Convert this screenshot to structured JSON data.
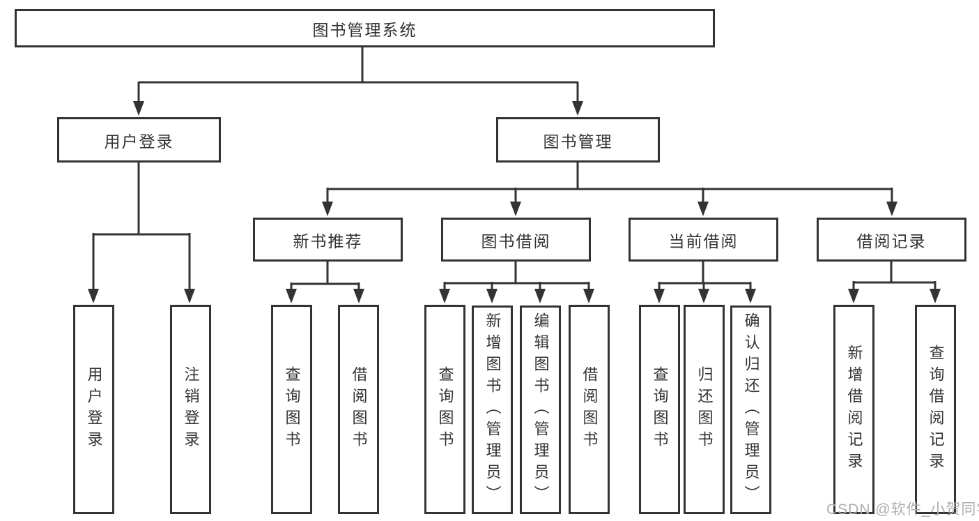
{
  "tree": {
    "label": "图书管理系统",
    "children": [
      {
        "label": "用户登录",
        "children": [
          {
            "label": "用户登录"
          },
          {
            "label": "注销登录"
          }
        ]
      },
      {
        "label": "图书管理",
        "children": [
          {
            "label": "新书推荐",
            "children": [
              {
                "label": "查询图书"
              },
              {
                "label": "借阅图书"
              }
            ]
          },
          {
            "label": "图书借阅",
            "children": [
              {
                "label": "查询图书"
              },
              {
                "label": "新增图书（管理员）"
              },
              {
                "label": "编辑图书（管理员）"
              },
              {
                "label": "借阅图书"
              }
            ]
          },
          {
            "label": "当前借阅",
            "children": [
              {
                "label": "查询图书"
              },
              {
                "label": "归还图书"
              },
              {
                "label": "确认归还（管理员）"
              }
            ]
          },
          {
            "label": "借阅记录",
            "children": [
              {
                "label": "新增借阅记录"
              },
              {
                "label": "查询借阅记录"
              }
            ]
          }
        ]
      }
    ]
  },
  "watermark": {
    "text": "CSDN @软件_小贺同学"
  },
  "colors": {
    "line": "#333333",
    "box_border": "#333333",
    "text": "#333333",
    "watermark": "#aeaeae",
    "background": "#ffffff"
  }
}
